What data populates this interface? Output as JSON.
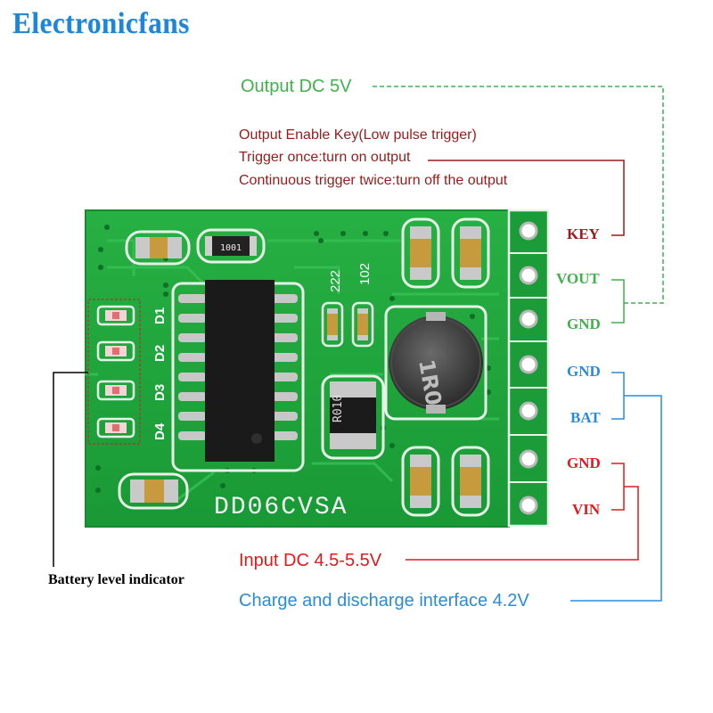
{
  "brand": {
    "name": "Electronicfans"
  },
  "module": {
    "model": "DD06CVSA",
    "marks": {
      "resistor_top": "1001",
      "inductor": "1R0",
      "resistor_mid": "R010",
      "cap_222": "222",
      "cap_102": "102"
    },
    "leds": [
      "D1",
      "D2",
      "D3",
      "D4"
    ]
  },
  "pins": [
    "KEY",
    "VOUT",
    "GND",
    "GND",
    "BAT",
    "GND",
    "VIN"
  ],
  "annotations": {
    "output_dc": "Output DC 5V",
    "key_line1": "Output Enable Key(Low pulse trigger)",
    "key_line2": "Trigger once:turn on output",
    "key_line3": "Continuous trigger twice:turn off the output",
    "input_dc": "Input DC 4.5-5.5V",
    "charge_interface": "Charge and discharge interface  4.2V",
    "battery_indicator": "Battery level indicator"
  },
  "colors": {
    "output": "#3fb24a",
    "key": "#9a1b1b",
    "input": "#e01b1b",
    "charge": "#2a8cd9",
    "pcb": "#1fa43a"
  }
}
